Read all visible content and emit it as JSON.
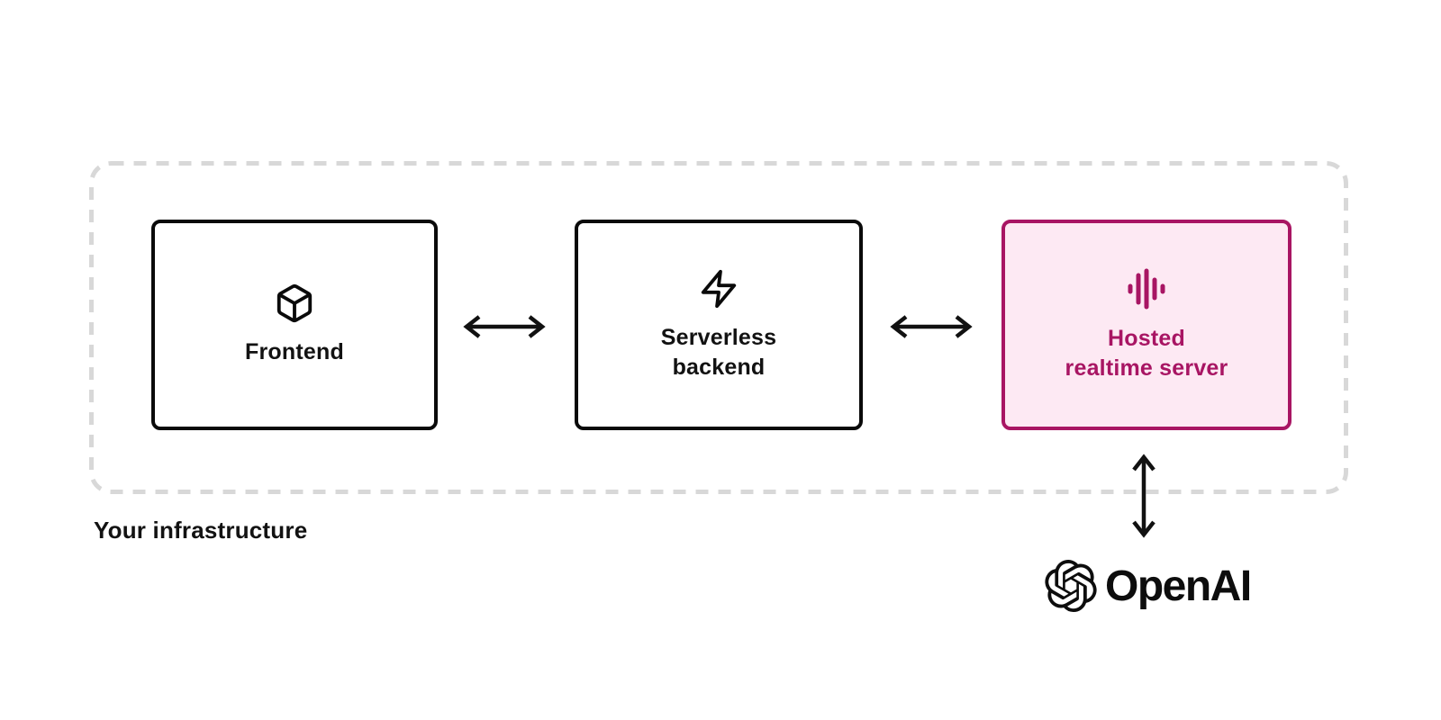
{
  "diagram": {
    "container": {
      "label": "Your infrastructure",
      "border_color": "#D8D8D8"
    },
    "nodes": [
      {
        "id": "frontend",
        "label": "Frontend",
        "icon": "cube-icon",
        "border_color": "#0A0A0A",
        "background": "#FFFFFF",
        "text_color": "#121212"
      },
      {
        "id": "serverless-backend",
        "label": "Serverless\nbackend",
        "icon": "bolt-icon",
        "border_color": "#0A0A0A",
        "background": "#FFFFFF",
        "text_color": "#121212"
      },
      {
        "id": "hosted-realtime-server",
        "label": "Hosted\nrealtime server",
        "icon": "waveform-icon",
        "border_color": "#A81563",
        "background": "#FDE9F3",
        "text_color": "#A81563",
        "highlighted": true
      }
    ],
    "connections": [
      {
        "from": "frontend",
        "to": "serverless-backend",
        "type": "bidirectional"
      },
      {
        "from": "serverless-backend",
        "to": "hosted-realtime-server",
        "type": "bidirectional"
      },
      {
        "from": "hosted-realtime-server",
        "to": "openai",
        "type": "bidirectional"
      }
    ],
    "brand": {
      "name": "OpenAI",
      "logo": "openai-logo-icon"
    },
    "colors": {
      "accent": "#A81563",
      "accent_background": "#FDE9F3",
      "node_border": "#0A0A0A",
      "arrow": "#111111",
      "dashed_border": "#D8D8D8"
    }
  }
}
